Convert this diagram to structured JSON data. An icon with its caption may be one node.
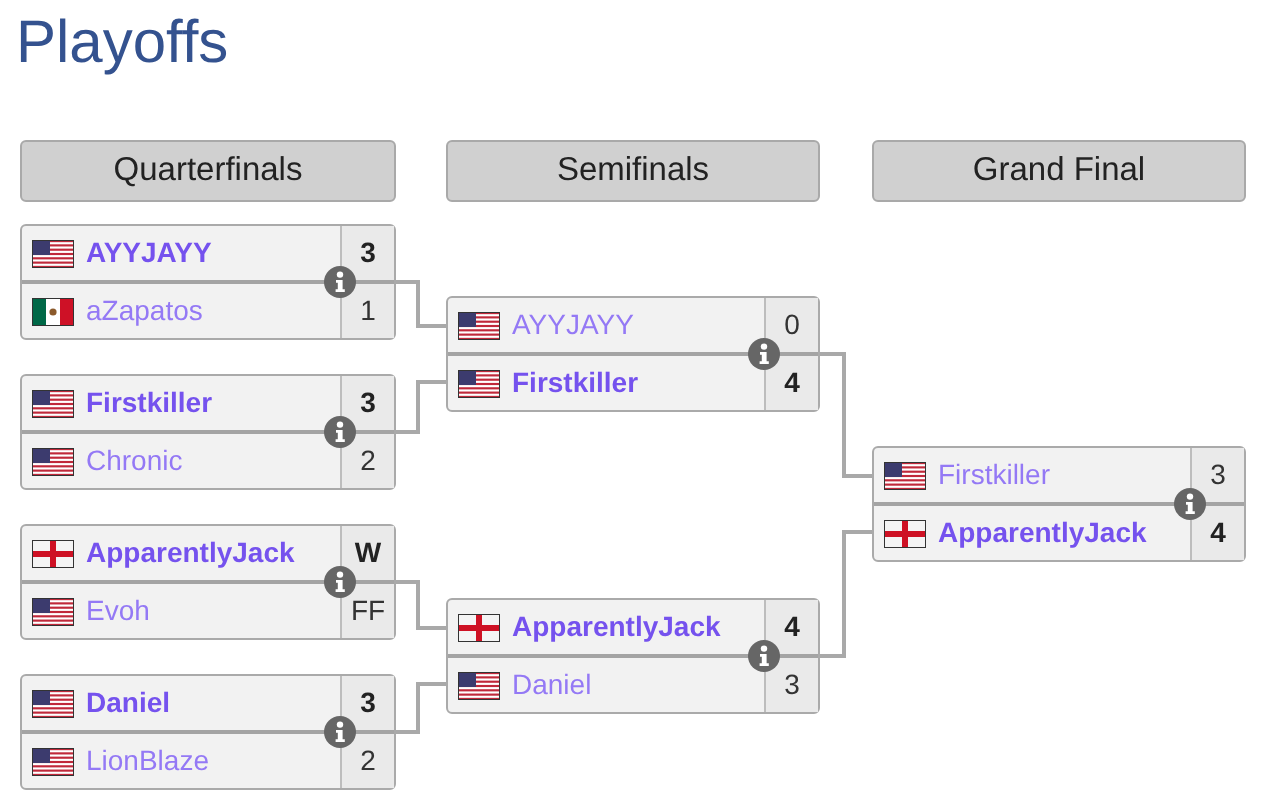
{
  "diagram": {
    "title": "Playoffs",
    "nodes": [
      {
        "text": [
          "Quarterfinals"
        ]
      },
      {
        "text": [
          "Semifinals"
        ]
      },
      {
        "text": [
          "Grand Final"
        ]
      },
      {
        "text": [
          "AYYJAYY",
          "3",
          "aZapatos",
          "1"
        ]
      },
      {
        "text": [
          "Firstkiller",
          "3",
          "Chronic",
          "2"
        ]
      },
      {
        "text": [
          "ApparentlyJack",
          "W",
          "Evoh",
          "FF"
        ]
      },
      {
        "text": [
          "Daniel",
          "3",
          "LionBlaze",
          "2"
        ]
      },
      {
        "text": [
          "AYYJAYY",
          "0",
          "Firstkiller",
          "4"
        ]
      },
      {
        "text": [
          "ApparentlyJack",
          "4",
          "Daniel",
          "3"
        ]
      },
      {
        "text": [
          "Firstkiller",
          "3",
          "ApparentlyJack",
          "4"
        ]
      }
    ],
    "edges": [
      {
        "from": 3,
        "to": 7,
        "arrow": "none"
      },
      {
        "from": 4,
        "to": 7,
        "arrow": "none"
      },
      {
        "from": 5,
        "to": 8,
        "arrow": "none"
      },
      {
        "from": 6,
        "to": 8,
        "arrow": "none"
      },
      {
        "from": 7,
        "to": 9,
        "arrow": "none"
      },
      {
        "from": 8,
        "to": 9,
        "arrow": "none"
      }
    ]
  }
}
